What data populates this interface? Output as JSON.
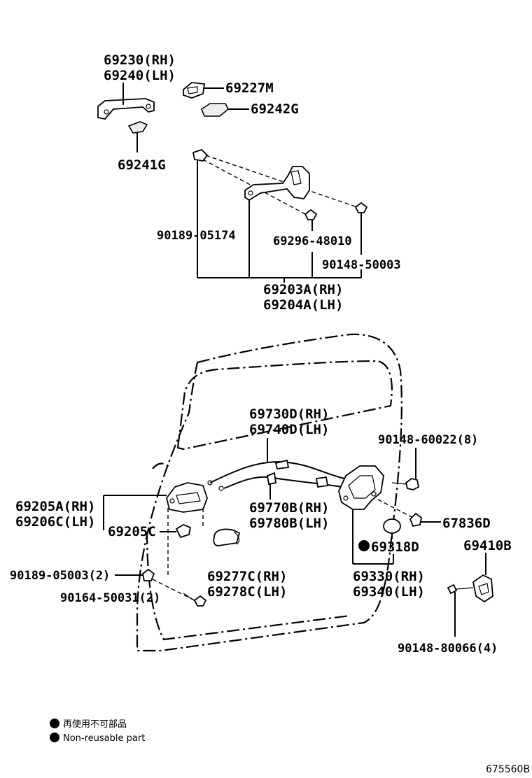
{
  "labels": {
    "p69230": "69230(RH)",
    "p69240": "69240(LH)",
    "p69227M": "69227M",
    "p69242G": "69242G",
    "p69241G": "69241G",
    "p90189_05174": "90189-05174",
    "p69296_48010": "69296-48010",
    "p90148_50003": "90148-50003",
    "p69203A": "69203A(RH)",
    "p69204A": "69204A(LH)",
    "p69730D": "69730D(RH)",
    "p69740D": "69740D(LH)",
    "p90148_60022": "90148-60022(8)",
    "p69205A": "69205A(RH)",
    "p69206C": "69206C(LH)",
    "p69205C": "69205C",
    "p69770B": "69770B(RH)",
    "p69780B": "69780B(LH)",
    "p67836D": "67836D",
    "p69318D": "69318D",
    "p69410B": "69410B",
    "p90189_05003": "90189-05003(2)",
    "p90164_50031": "90164-50031(2)",
    "p69277C": "69277C(RH)",
    "p69278C": "69278C(LH)",
    "p69330": "69330(RH)",
    "p69340": "69340(LH)",
    "p90148_80066": "90148-80066(4)"
  },
  "legend": {
    "jp": "再使用不可部品",
    "en": "Non-reusable part"
  },
  "diagram_code": "675560B"
}
